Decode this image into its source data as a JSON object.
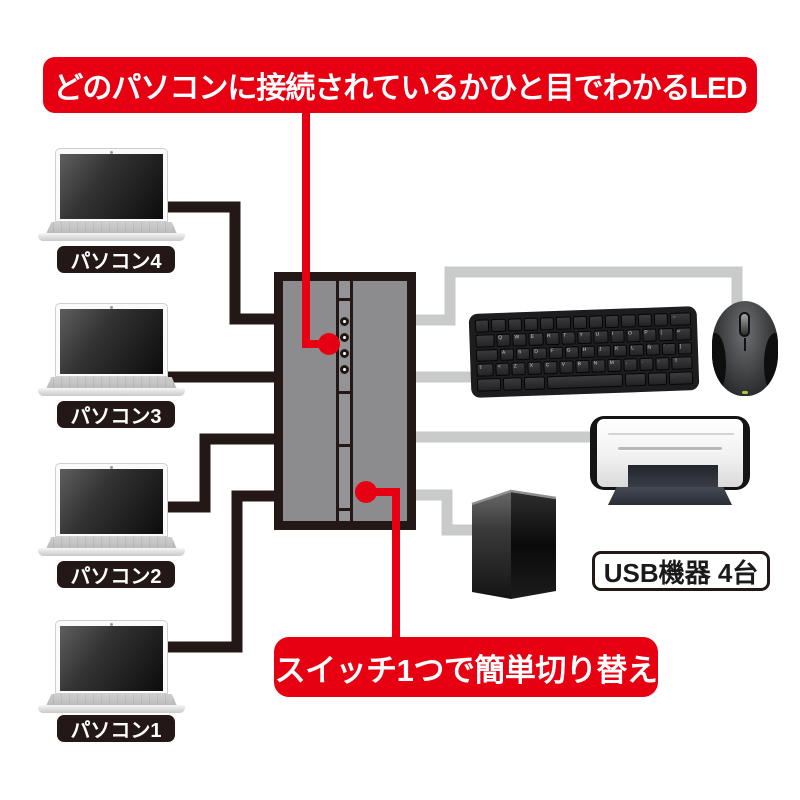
{
  "colors": {
    "accent_red": "#e60012",
    "line_black": "#231815",
    "line_gray": "#c9caca",
    "switch_body": "#8c8c8e",
    "switch_strip": "#949496",
    "label_bg": "#231815"
  },
  "annotations": {
    "top": "どのパソコンに接続されているかひと目でわかるLED",
    "bottom": "スイッチ1つで簡単切り替え"
  },
  "computers": [
    {
      "label": "パソコン4"
    },
    {
      "label": "パソコン3"
    },
    {
      "label": "パソコン2"
    },
    {
      "label": "パソコン1"
    }
  ],
  "usb_devices_label": "USB機器 4台",
  "switch": {
    "led_count": 4
  },
  "device_icons": [
    "keyboard-icon",
    "mouse-icon",
    "printer-icon",
    "external-drive-icon"
  ],
  "keyboard": {
    "rows": [
      [
        {
          "t": ""
        },
        {
          "t": ""
        },
        {
          "t": ""
        },
        {
          "t": ""
        },
        {
          "t": ""
        },
        {
          "t": ""
        },
        {
          "t": ""
        },
        {
          "t": ""
        },
        {
          "t": ""
        },
        {
          "t": ""
        },
        {
          "t": ""
        },
        {
          "t": ""
        },
        {
          "t": "←",
          "w": 1.6
        }
      ],
      [
        {
          "t": "",
          "w": 1.4
        },
        {
          "t": "Q"
        },
        {
          "t": "W"
        },
        {
          "t": "E"
        },
        {
          "t": "R"
        },
        {
          "t": "T"
        },
        {
          "t": "Y"
        },
        {
          "t": "U"
        },
        {
          "t": "I"
        },
        {
          "t": "O"
        },
        {
          "t": "P"
        },
        {
          "t": "["
        },
        {
          "t": "↵",
          "w": 1.2
        }
      ],
      [
        {
          "t": "",
          "w": 1.7
        },
        {
          "t": "A"
        },
        {
          "t": "S"
        },
        {
          "t": "D"
        },
        {
          "t": "F"
        },
        {
          "t": "G"
        },
        {
          "t": "H"
        },
        {
          "t": "J"
        },
        {
          "t": "K"
        },
        {
          "t": "L"
        },
        {
          "t": "Ñ"
        },
        {
          "t": "´"
        },
        {
          "t": "]"
        }
      ],
      [
        {
          "t": "⇧",
          "w": 1.3
        },
        {
          "t": "<"
        },
        {
          "t": "Z"
        },
        {
          "t": "X"
        },
        {
          "t": "C"
        },
        {
          "t": "V"
        },
        {
          "t": "B"
        },
        {
          "t": "N"
        },
        {
          "t": "M"
        },
        {
          "t": ","
        },
        {
          "t": "."
        },
        {
          "t": "-"
        },
        {
          "t": "⇧",
          "w": 1.6
        }
      ],
      [
        {
          "t": "",
          "w": 1.4
        },
        {
          "t": ""
        },
        {
          "t": "",
          "w": 1.2
        },
        {
          "t": "",
          "w": 4.8
        },
        {
          "t": "",
          "w": 1.2
        },
        {
          "t": ""
        },
        {
          "t": "",
          "w": 1.4
        }
      ]
    ]
  }
}
